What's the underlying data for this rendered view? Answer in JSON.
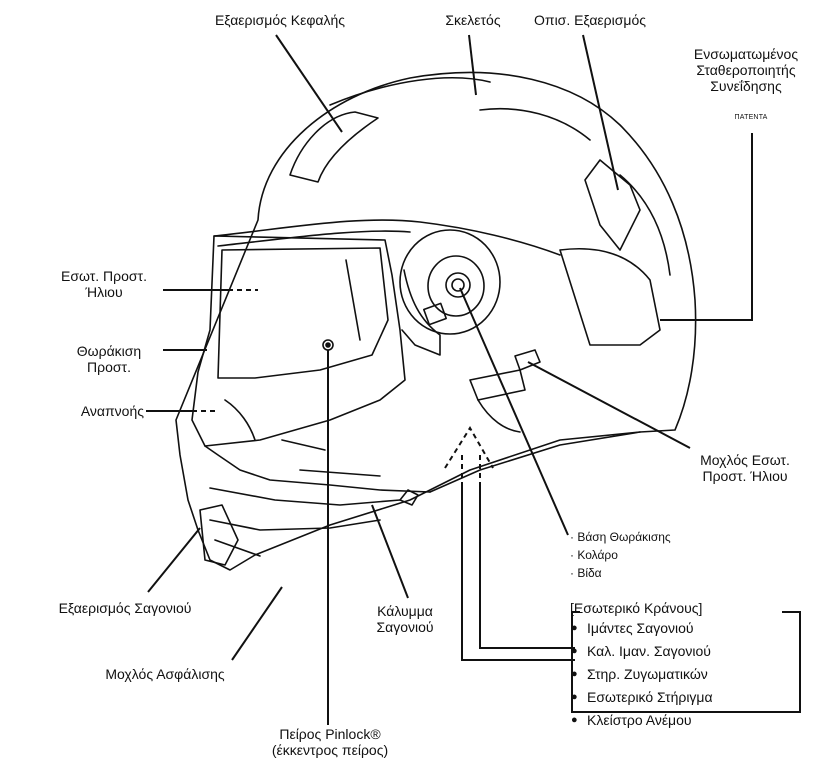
{
  "labels": {
    "head_vent": "Εξαερισμός Κεφαλής",
    "shell": "Σκελετός",
    "rear_vent": "Οπισ. Εξαερισμός",
    "stabilizer_line1": "Ενσωματωμένος",
    "stabilizer_line2": "Σταθεροποιητής",
    "stabilizer_line3": "Συνεΐδησης",
    "patent": "ΠΑΤΕΝΤΑ",
    "sun_visor_line1": "Εσωτ. Προστ.",
    "sun_visor_line2": "Ήλιου",
    "shield_line1": "Θωράκιση",
    "shield_line2": "Προστ.",
    "breath": "Αναπνοής",
    "sun_lever_line1": "Μοχλός Εσωτ.",
    "sun_lever_line2": "Προστ. Ήλιου",
    "base": "· Βάση Θωράκισης",
    "collar": "· Κολάρο",
    "screw": "· Βίδα",
    "chin_vent": "Εξαερισμός Σαγονιού",
    "chin_cover_line1": "Κάλυμμα",
    "chin_cover_line2": "Σαγονιού",
    "lock_lever": "Μοχλός Ασφάλισης",
    "pinlock_line1": "Πείρος Pinlock®",
    "pinlock_line2": "(έκκεντρος πείρος)"
  },
  "interior": {
    "title": "[Εσωτερικό Κράνους]",
    "items": [
      "Ιμάντες Σαγονιού",
      "Καλ. Ιμαν. Σαγονιού",
      "Στηρ. Ζυγωματικών",
      "Εσωτερικό Στήριγμα",
      "Κλείστρο Ανέμου"
    ]
  }
}
